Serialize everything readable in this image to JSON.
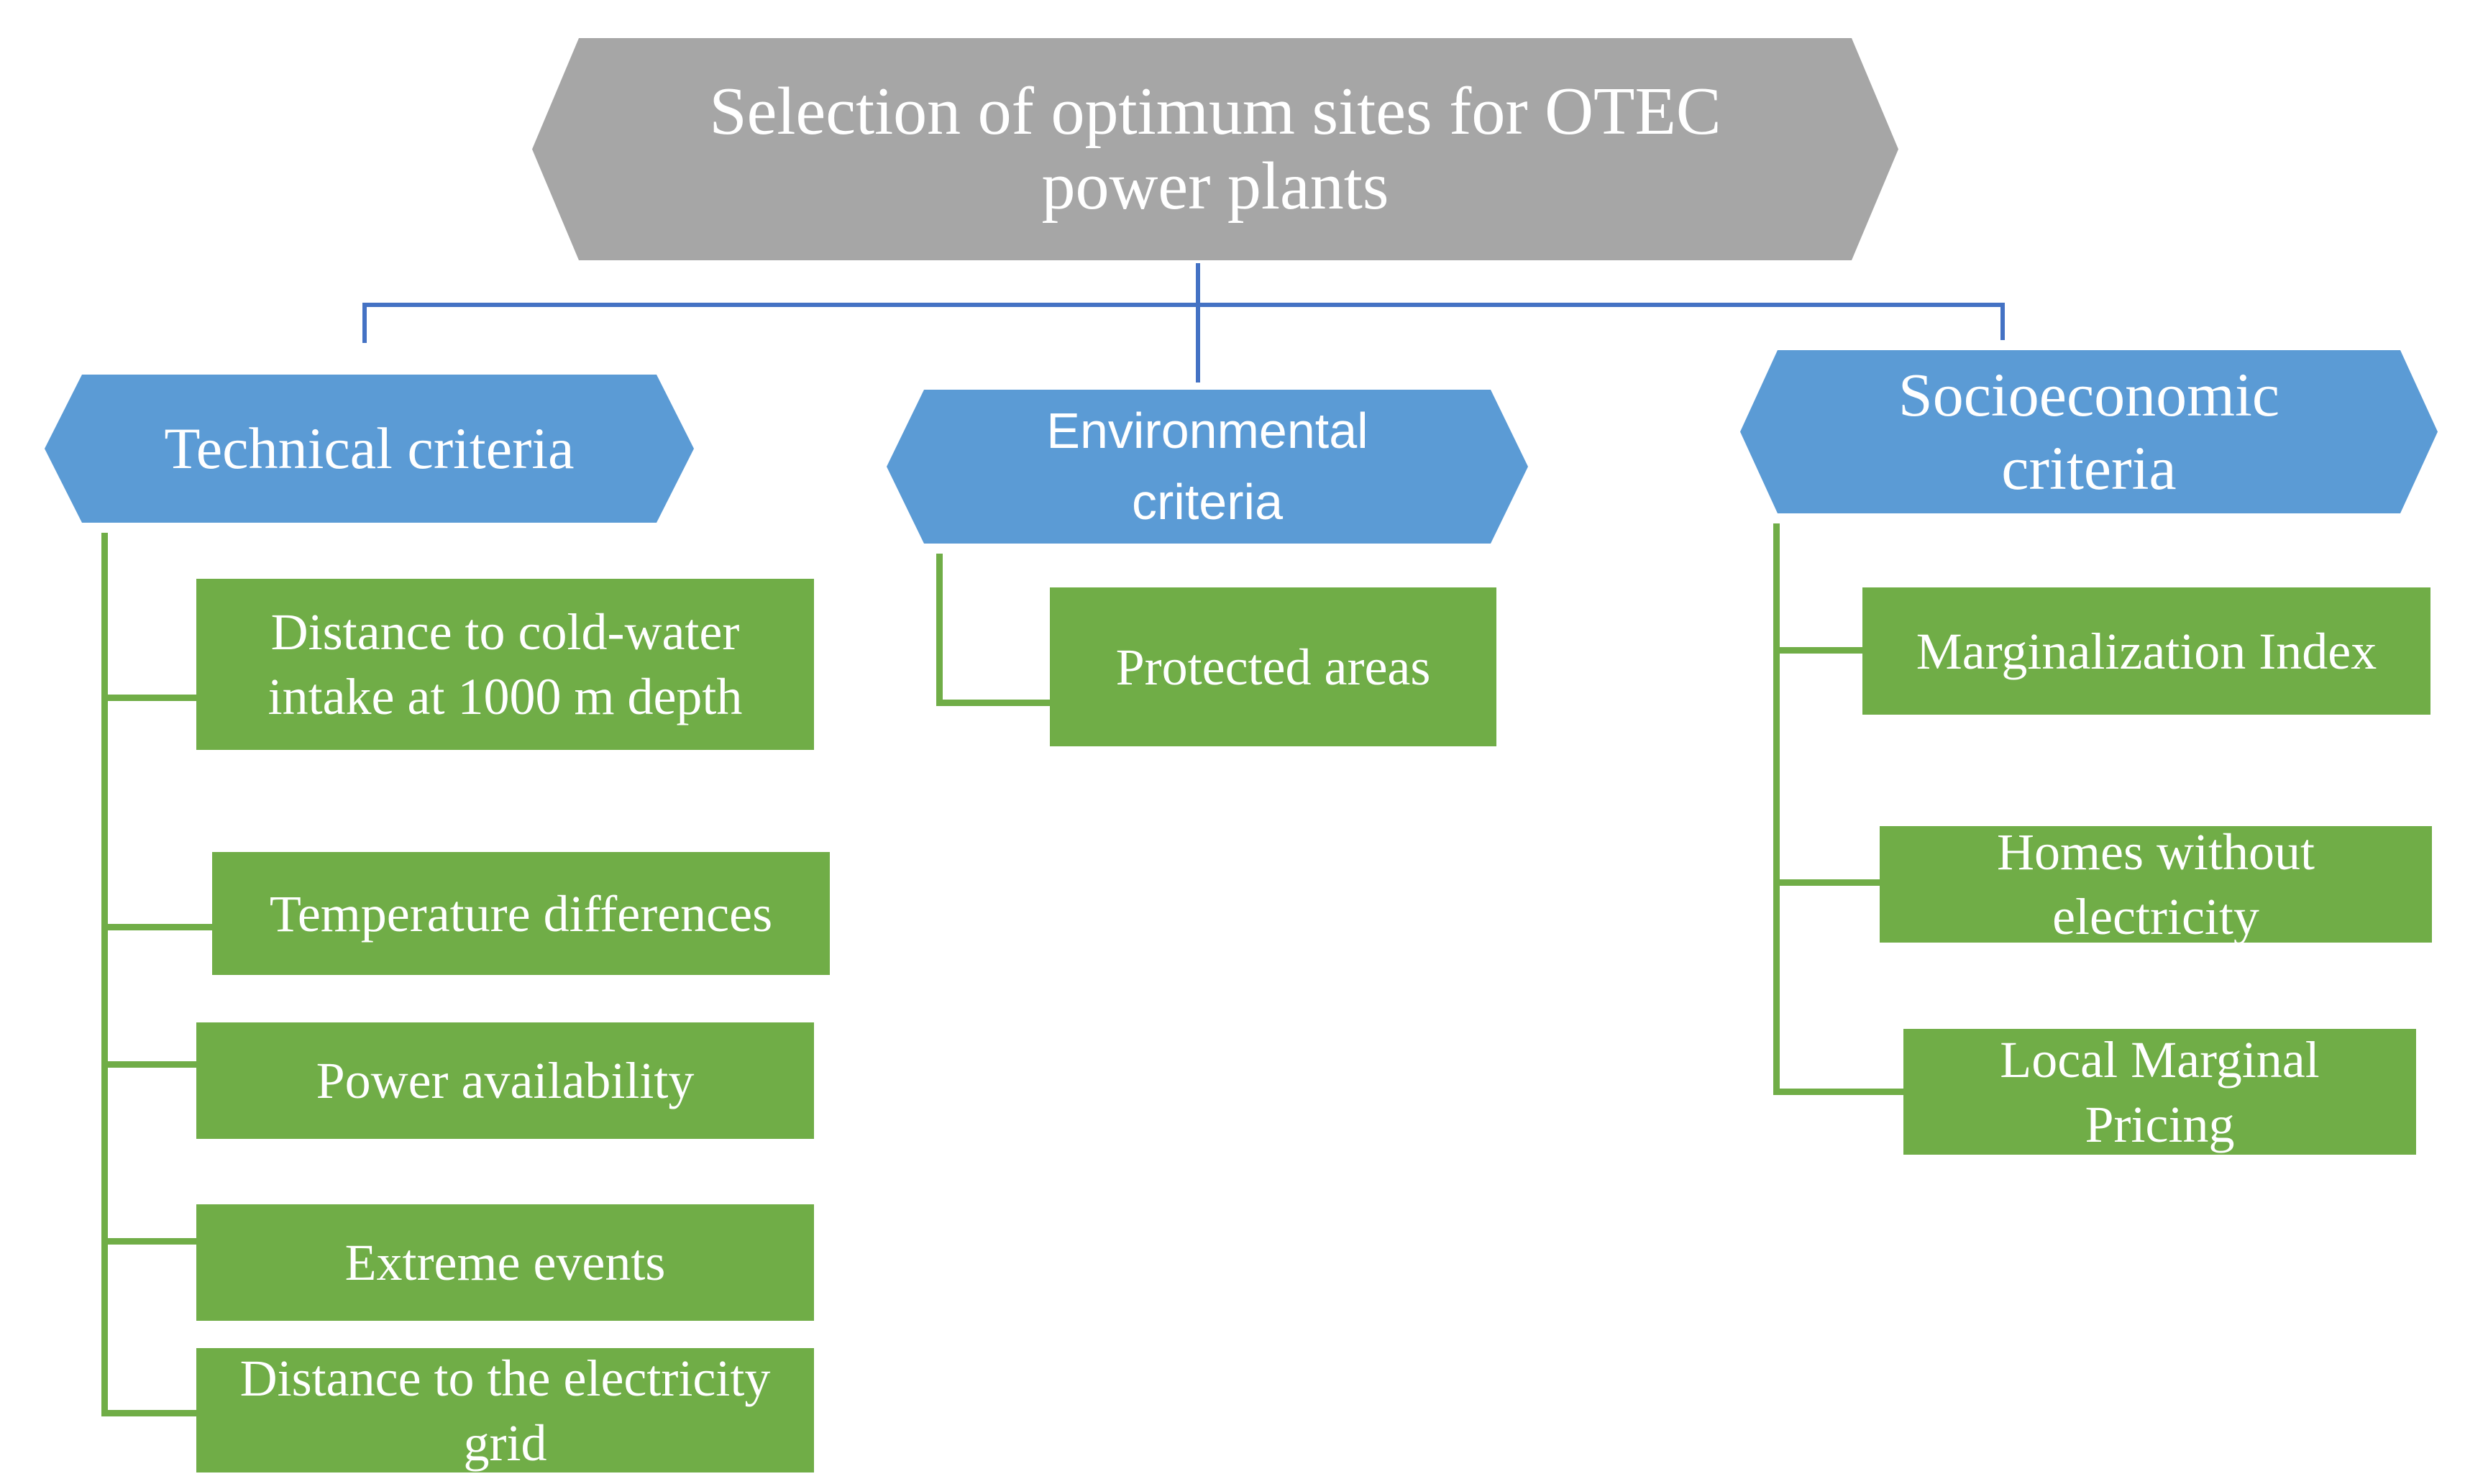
{
  "figure": {
    "title": {
      "lines": [
        "Selection of optimum sites for OTEC",
        "power plants"
      ]
    },
    "branches": [
      {
        "id": "technical",
        "label": {
          "lines": [
            "Technical criteria"
          ]
        },
        "items": [
          {
            "lines": [
              "Distance to cold-water",
              "intake at 1000 m depth"
            ]
          },
          {
            "lines": [
              "Temperature differences"
            ]
          },
          {
            "lines": [
              "Power availability"
            ]
          },
          {
            "lines": [
              "Extreme events"
            ]
          },
          {
            "lines": [
              "Distance to the electricity",
              "grid"
            ]
          }
        ]
      },
      {
        "id": "environmental",
        "label": {
          "lines": [
            "Environmental",
            "criteria"
          ]
        },
        "items": [
          {
            "lines": [
              "Protected areas"
            ]
          }
        ]
      },
      {
        "id": "socioeconomic",
        "label": {
          "lines": [
            "Socioeconomic",
            "criteria"
          ]
        },
        "items": [
          {
            "lines": [
              "Marginalization Index"
            ]
          },
          {
            "lines": [
              "Homes without",
              "electricity"
            ]
          },
          {
            "lines": [
              "Local Marginal",
              "Pricing"
            ]
          }
        ]
      }
    ],
    "colors": {
      "root_fill": "#a6a6a6",
      "branch_fill": "#5b9bd5",
      "item_fill": "#70ad47",
      "connector_blue": "#4472c4",
      "connector_green": "#70ad47",
      "text": "#ffffff"
    }
  }
}
